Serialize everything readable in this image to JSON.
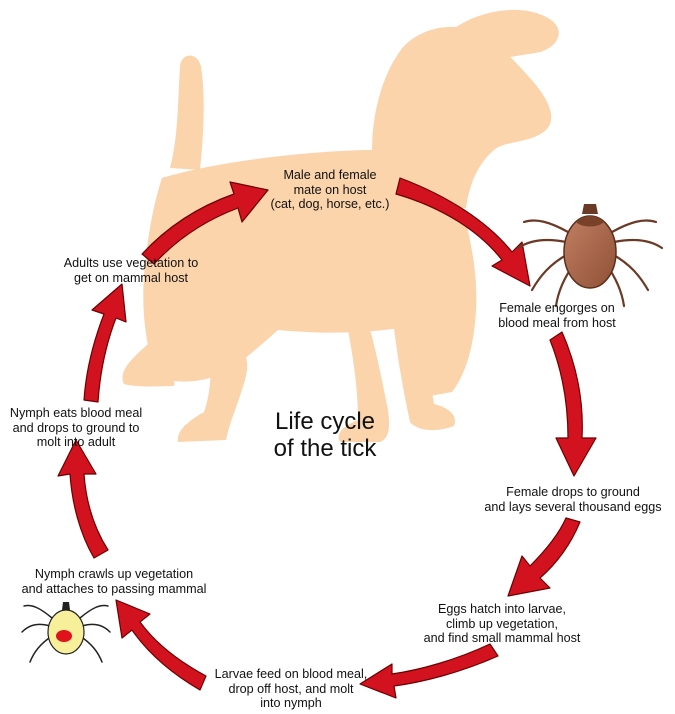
{
  "title": {
    "line1": "Life cycle",
    "line2": "of the tick"
  },
  "stages": {
    "mate": {
      "lines": [
        "Male and female",
        "mate on host",
        "(cat, dog, horse, etc.)"
      ]
    },
    "engorge": {
      "lines": [
        "Female engorges on",
        "blood meal from host"
      ]
    },
    "drops": {
      "lines": [
        "Female drops to ground",
        "and lays several thousand eggs"
      ]
    },
    "hatch": {
      "lines": [
        "Eggs hatch into larvae,",
        "climb up vegetation,",
        "and find small mammal host"
      ]
    },
    "larvae": {
      "lines": [
        "Larvae feed on blood meal,",
        "drop off host, and molt",
        "into nymph"
      ]
    },
    "crawl": {
      "lines": [
        "Nymph crawls up vegetation",
        "and attaches to passing mammal"
      ]
    },
    "molt": {
      "lines": [
        "Nymph eats blood meal",
        "and drops to ground to",
        "molt into adult"
      ]
    },
    "adults": {
      "lines": [
        "Adults use vegetation to",
        "get on mammal host"
      ]
    }
  },
  "colors": {
    "arrow_fill": "#d2121e",
    "arrow_edge": "#6e0000",
    "dog_silhouette": "#fbd4ac",
    "engorged_tick": "#a6664a",
    "nymph_body": "#f7ef9a",
    "nymph_spot": "#e0121b"
  },
  "icons": [
    "dog-silhouette",
    "engorged-female-tick-icon",
    "nymph-tick-icon",
    "cycle-arrow-icon"
  ]
}
